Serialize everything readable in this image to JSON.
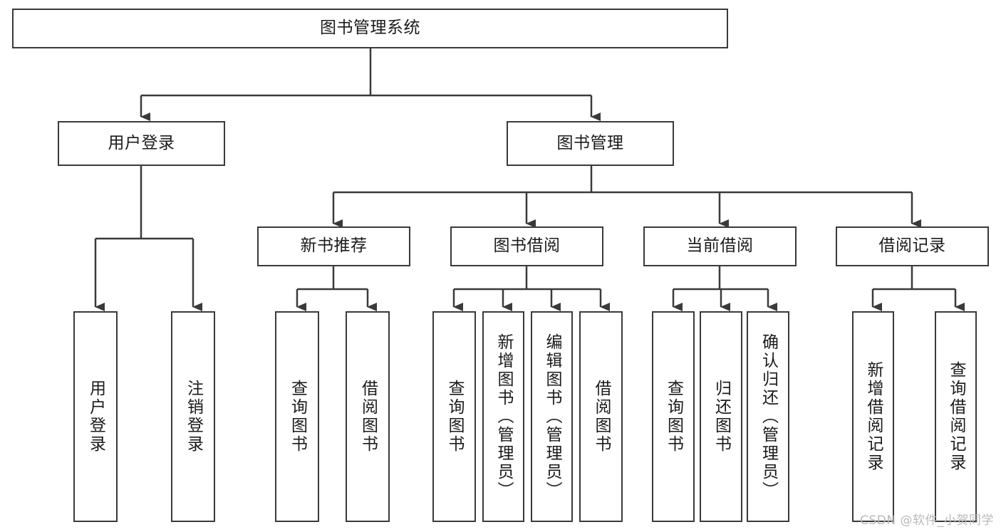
{
  "diagram": {
    "type": "tree",
    "title": "图书管理系统",
    "watermark": "CSDN @软件_小贺同学",
    "style": {
      "background": "#ffffff",
      "border_color": "#3a3a3a",
      "text_color": "#1b1b1b",
      "watermark_color": "#b9b9b9"
    },
    "nodes": {
      "root": {
        "label": "图书管理系统",
        "orientation": "horizontal"
      },
      "l1": [
        {
          "label": "用户登录",
          "orientation": "horizontal"
        },
        {
          "label": "图书管理",
          "orientation": "horizontal"
        }
      ],
      "l2": [
        {
          "label": "新书推荐",
          "orientation": "horizontal"
        },
        {
          "label": "图书借阅",
          "orientation": "horizontal"
        },
        {
          "label": "当前借阅",
          "orientation": "horizontal"
        },
        {
          "label": "借阅记录",
          "orientation": "horizontal"
        }
      ],
      "leaves_user_login": [
        {
          "label": "用户登录",
          "orientation": "vertical"
        },
        {
          "label": "注销登录",
          "orientation": "vertical"
        }
      ],
      "leaves_new_books": [
        {
          "label": "查询图书",
          "orientation": "vertical"
        },
        {
          "label": "借阅图书",
          "orientation": "vertical"
        }
      ],
      "leaves_borrow": [
        {
          "label": "查询图书",
          "orientation": "vertical"
        },
        {
          "label": "新增图书（管理员）",
          "orientation": "vertical"
        },
        {
          "label": "编辑图书（管理员）",
          "orientation": "vertical"
        },
        {
          "label": "借阅图书",
          "orientation": "vertical"
        }
      ],
      "leaves_current": [
        {
          "label": "查询图书",
          "orientation": "vertical"
        },
        {
          "label": "归还图书",
          "orientation": "vertical"
        },
        {
          "label": "确认归还（管理员）",
          "orientation": "vertical"
        }
      ],
      "leaves_records": [
        {
          "label": "新增借阅记录",
          "orientation": "vertical"
        },
        {
          "label": "查询借阅记录",
          "orientation": "vertical"
        }
      ]
    }
  }
}
